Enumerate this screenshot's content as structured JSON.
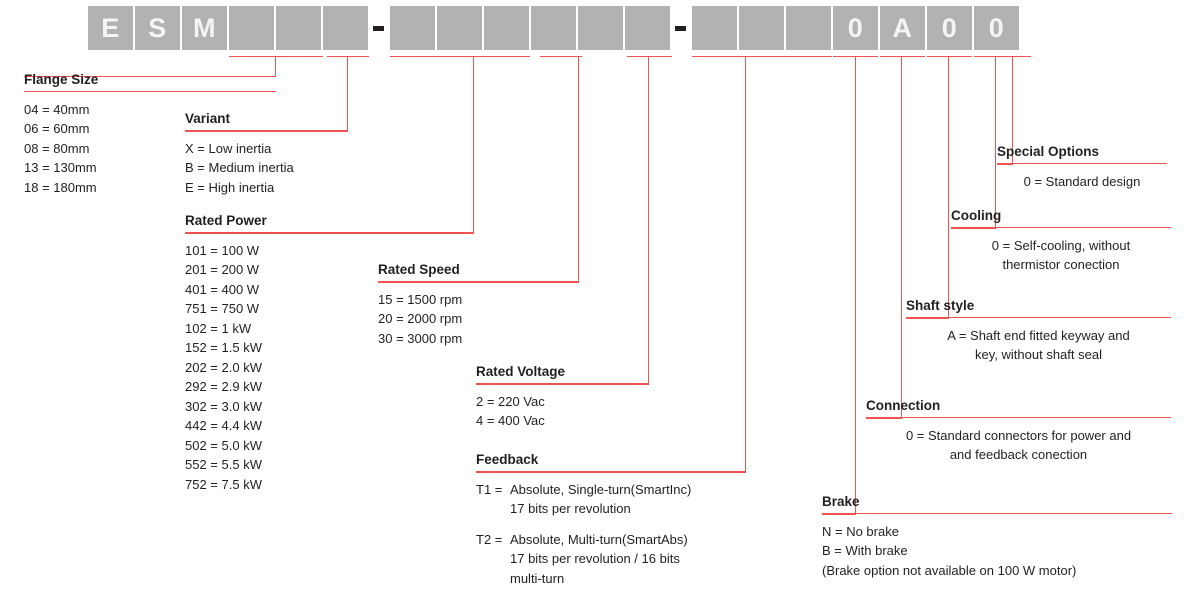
{
  "part_number": {
    "label": "ESM part number scheme",
    "box_color": "#b2b2b2",
    "text_color": "#f4f4f4",
    "leader_color": "#ef5350",
    "boxes": [
      {
        "char": "E",
        "filled": true
      },
      {
        "char": "S",
        "filled": true
      },
      {
        "char": "M",
        "filled": true
      },
      {
        "char": "",
        "filled": true
      },
      {
        "char": "",
        "filled": true
      },
      {
        "char": "",
        "filled": true
      },
      {
        "sep": "-"
      },
      {
        "char": "",
        "filled": true
      },
      {
        "char": "",
        "filled": true
      },
      {
        "char": "",
        "filled": true
      },
      {
        "char": "",
        "filled": true
      },
      {
        "char": "",
        "filled": true
      },
      {
        "char": "",
        "filled": true
      },
      {
        "sep": "-"
      },
      {
        "char": "",
        "filled": true
      },
      {
        "char": "",
        "filled": true
      },
      {
        "char": "",
        "filled": true
      },
      {
        "char": "0",
        "filled": true
      },
      {
        "char": "A",
        "filled": true
      },
      {
        "char": "0",
        "filled": true
      },
      {
        "char": "0",
        "filled": true
      }
    ]
  },
  "flange_size": {
    "title": "Flange Size",
    "items": [
      "04 = 40mm",
      "06 = 60mm",
      "08 = 80mm",
      "13 = 130mm",
      "18 = 180mm"
    ]
  },
  "variant": {
    "title": "Variant",
    "items": [
      "X = Low inertia",
      "B = Medium inertia",
      "E = High inertia"
    ]
  },
  "rated_power": {
    "title": "Rated Power",
    "items": [
      "101 = 100 W",
      "201 = 200 W",
      "401 = 400 W",
      "751 = 750 W",
      "102 = 1 kW",
      "152 = 1.5 kW",
      "202 = 2.0 kW",
      "292 = 2.9 kW",
      "302 = 3.0 kW",
      "442 = 4.4 kW",
      "502 = 5.0 kW",
      "552 = 5.5 kW",
      "752 = 7.5 kW"
    ]
  },
  "rated_speed": {
    "title": "Rated Speed",
    "items": [
      "15 = 1500 rpm",
      "20 = 2000 rpm",
      "30 = 3000 rpm"
    ]
  },
  "rated_voltage": {
    "title": "Rated Voltage",
    "items": [
      "2 = 220 Vac",
      "4 = 400 Vac"
    ]
  },
  "feedback": {
    "title": "Feedback",
    "entries": [
      {
        "code": "T1 =",
        "line1": "Absolute, Single-turn(SmartInc)",
        "line2": "17 bits per revolution",
        "line3": ""
      },
      {
        "code": "T2 =",
        "line1": "Absolute, Multi-turn(SmartAbs)",
        "line2": "17 bits per revolution / 16 bits",
        "line3": "multi-turn"
      }
    ]
  },
  "brake": {
    "title": "Brake",
    "items": [
      "N = No brake",
      "B = With brake",
      "(Brake option not available on 100 W motor)"
    ]
  },
  "connection": {
    "title": "Connection",
    "line1": "0 = Standard connectors for power and",
    "line2": "and feedback conection"
  },
  "shaft_style": {
    "title": "Shaft style",
    "line1": "A = Shaft end fitted keyway and",
    "line2": "key, without shaft seal"
  },
  "cooling": {
    "title": "Cooling",
    "line1": "0 = Self-cooling, without",
    "line2": "thermistor conection"
  },
  "special_options": {
    "title": "Special Options",
    "line1": "0 = Standard design"
  }
}
